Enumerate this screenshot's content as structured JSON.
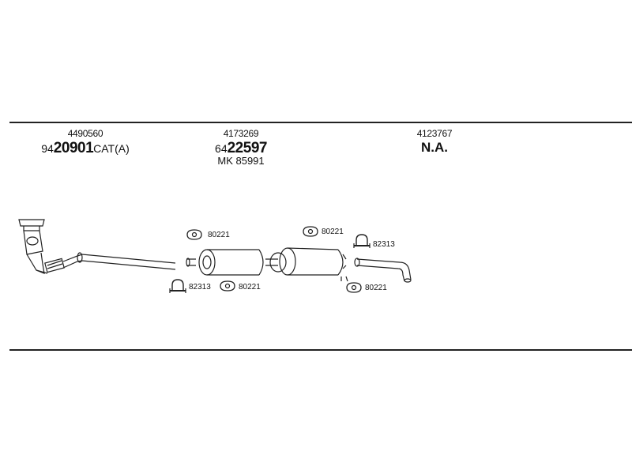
{
  "columns": [
    {
      "oe_number": "4490560",
      "part_prefix": "94",
      "part_main": "20901",
      "part_suffix": "CAT(A)"
    },
    {
      "oe_number": "4173269",
      "part_prefix": "64",
      "part_main": "22597",
      "part_suffix": "",
      "sub_label": "MK 85991"
    },
    {
      "oe_number": "4123767",
      "status": "N.A."
    }
  ],
  "fittings": {
    "gasket_1": "80221",
    "clamp_1": "82313",
    "gasket_2": "80221",
    "gasket_3": "80221",
    "clamp_2": "82313",
    "gasket_4": "80221"
  }
}
